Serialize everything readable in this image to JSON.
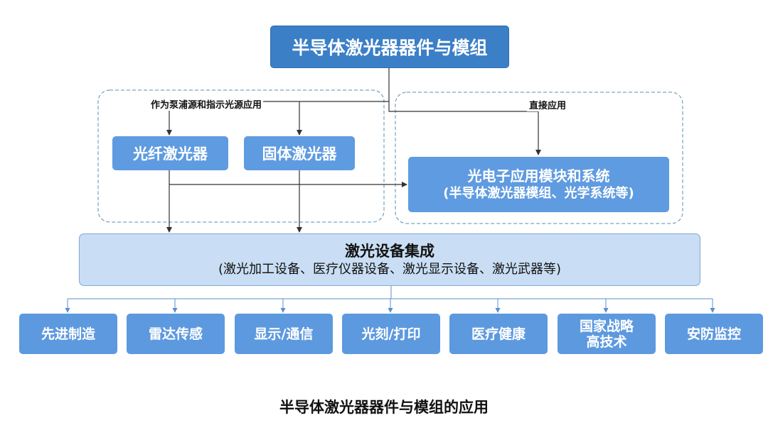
{
  "root": "半导体激光器器件与模组",
  "left_label": "作为泵浦源和指示光源应用",
  "right_label": "直接应用",
  "fiber_laser": "光纤激光器",
  "solid_laser": "固体激光器",
  "optoelectronic": {
    "title": "光电子应用模块和系统",
    "subtitle": "(半导体激光器模组、光学系统等)"
  },
  "integration": {
    "title": "激光设备集成",
    "subtitle": "(激光加工设备、医疗仪器设备、激光显示设备、激光武器等)"
  },
  "applications": [
    "先进制造",
    "雷达传感",
    "显示/通信",
    "光刻/打印",
    "医疗健康",
    "国家战略高技术",
    "安防监控"
  ],
  "caption": "半导体激光器器件与模组的应用",
  "colors": {
    "dark_blue": "#3b7fc6",
    "mid_blue": "#5f9be0",
    "pale_blue": "#c9def4",
    "arrow": "#333333",
    "dashed_border": "#5a8fb0"
  }
}
